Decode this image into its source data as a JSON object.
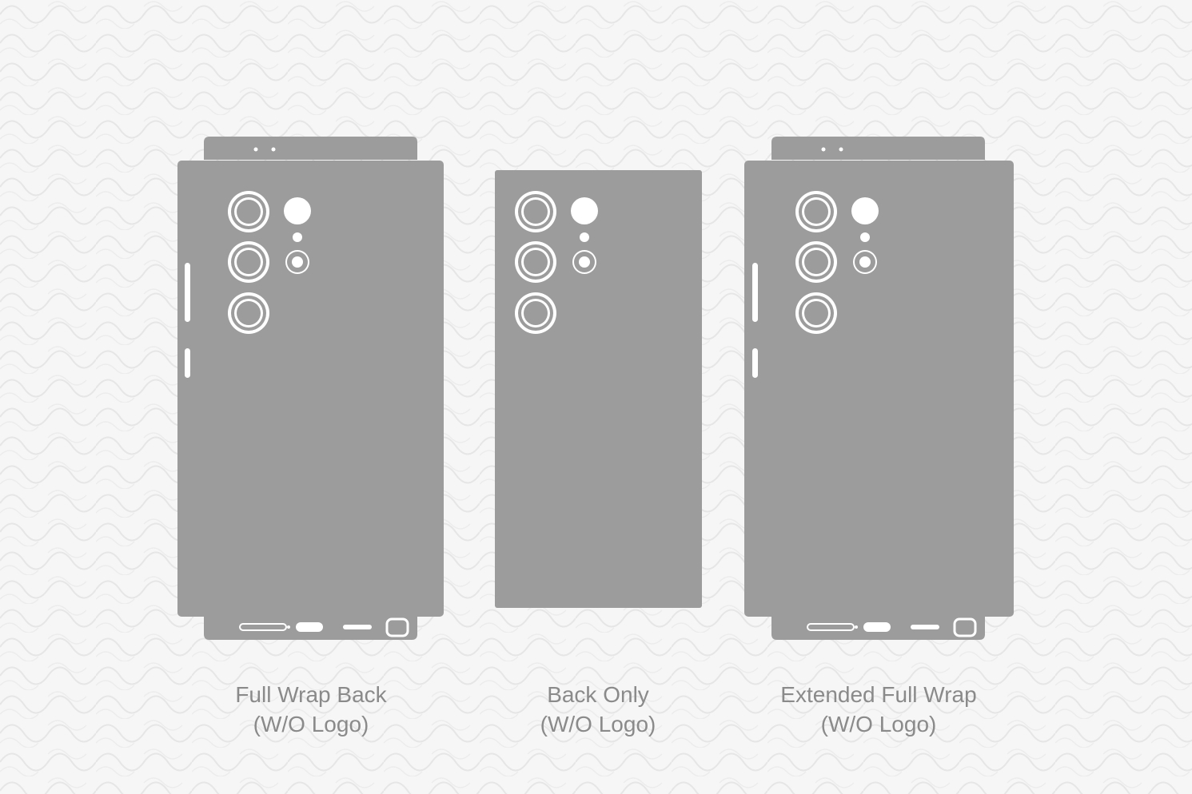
{
  "background": {
    "color": "#f6f6f6",
    "watermark_color": "#e9e9e9",
    "watermark_icon": "svecrafts-wave-watermark"
  },
  "template_color": "#9c9c9c",
  "cutout_color": "#ffffff",
  "templates": [
    {
      "id": "full-wrap-back",
      "caption_line1": "Full Wrap Back",
      "caption_line2": "(W/O Logo)"
    },
    {
      "id": "back-only",
      "caption_line1": "Back Only",
      "caption_line2": "(W/O Logo)"
    },
    {
      "id": "extended-full-wrap",
      "caption_line1": "Extended Full Wrap",
      "caption_line2": "(W/O Logo)"
    }
  ]
}
